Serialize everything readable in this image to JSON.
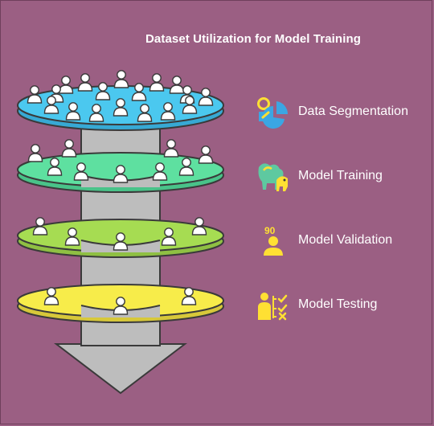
{
  "title": "Dataset Utilization for Model Training",
  "icon_color": "#ffe033",
  "layers": [
    {
      "label": "Data Segmentation",
      "color": "#4bc8ef",
      "icon": "data-segmentation-icon"
    },
    {
      "label": "Model Training",
      "color": "#5ee0a0",
      "icon": "model-training-icon"
    },
    {
      "label": "Model Validation",
      "color": "#a6dc52",
      "icon": "model-validation-icon"
    },
    {
      "label": "Model Testing",
      "color": "#f7ec4a",
      "icon": "model-testing-icon"
    }
  ],
  "icon_texts": {
    "validation_score": "90"
  }
}
